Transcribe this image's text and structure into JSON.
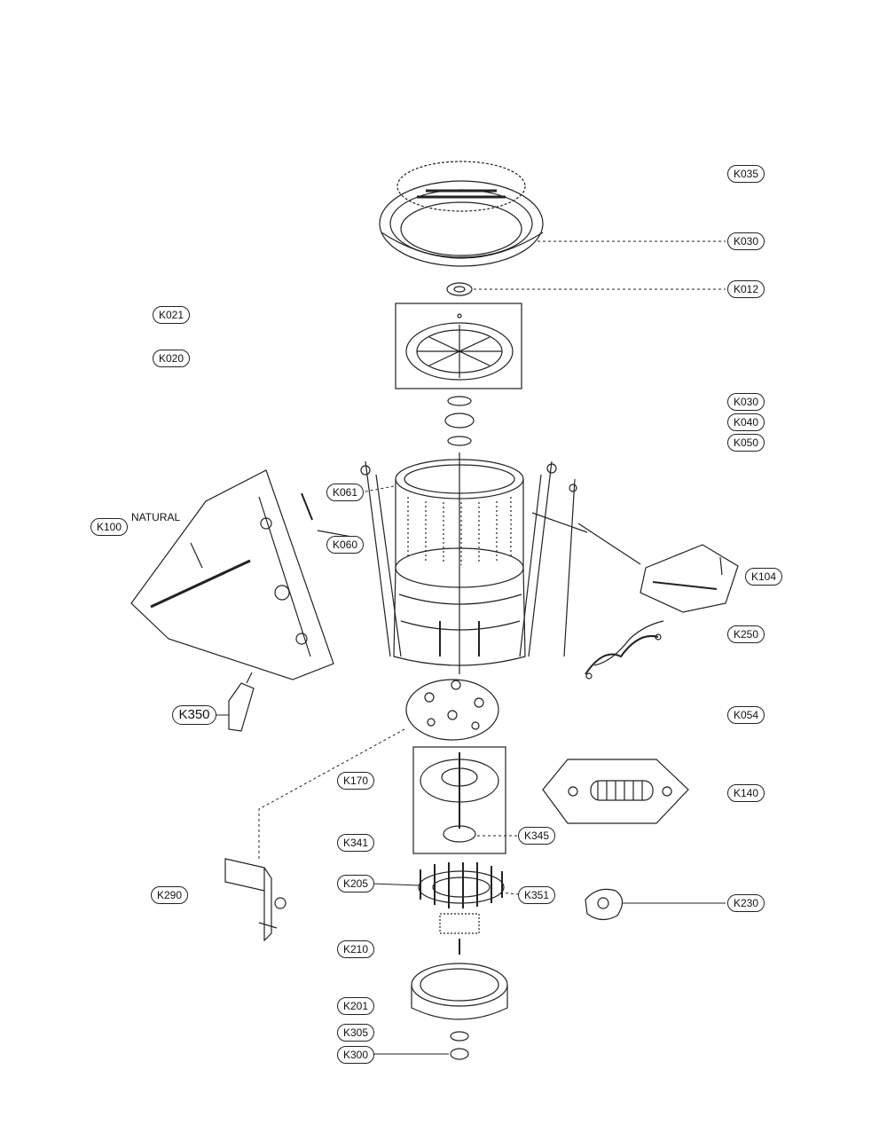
{
  "labels": {
    "k035": "K035",
    "k030_top": "K030",
    "k012": "K012",
    "k021": "K021",
    "k020": "K020",
    "k030": "K030",
    "k040": "K040",
    "k050": "K050",
    "k061": "K061",
    "k060": "K060",
    "k100": "K100",
    "natural": "NATURAL",
    "k104": "K104",
    "k250": "K250",
    "k350": "K350",
    "k054": "K054",
    "k170": "K170",
    "k140": "K140",
    "k341": "K341",
    "k345": "K345",
    "k205": "K205",
    "k351": "K351",
    "k230": "K230",
    "k290": "K290",
    "k210": "K210",
    "k201": "K201",
    "k305": "K305",
    "k300": "K300"
  },
  "colors": {
    "line": "#222222",
    "background": "#ffffff"
  }
}
